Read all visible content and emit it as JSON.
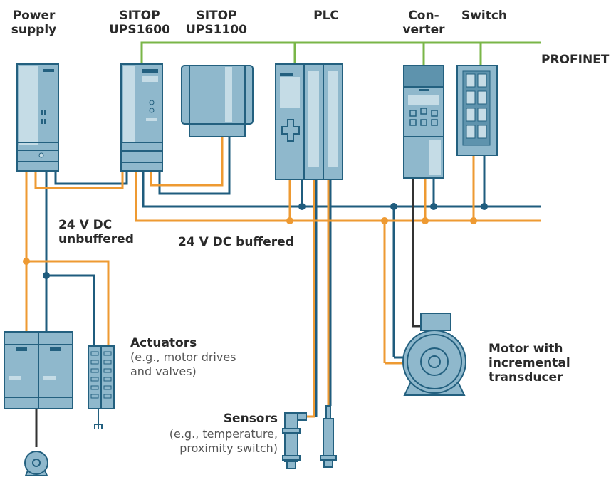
{
  "colors": {
    "profinet": "#7ab648",
    "buffered": "#ee9a32",
    "unbuffered": "#1f5c7e",
    "signal": "#333333",
    "device_fill": "#8fb8cc",
    "device_light": "#c5dce6",
    "device_stroke": "#23607f"
  },
  "labels": {
    "power_supply": [
      "Power",
      "supply"
    ],
    "ups1600": [
      "SITOP",
      "UPS1600"
    ],
    "ups1100": [
      "SITOP",
      "UPS1100"
    ],
    "plc": "PLC",
    "converter": [
      "Con-",
      "verter"
    ],
    "switch": "Switch",
    "profinet": "PROFINET",
    "unbuffered": [
      "24 V DC",
      "unbuffered"
    ],
    "buffered": "24 V DC buffered",
    "actuators_title": "Actuators",
    "actuators_desc": [
      "(e.g., motor drives",
      "and valves)"
    ],
    "sensors_title": "Sensors",
    "sensors_desc": [
      "(e.g., temperature,",
      "proximity switch)"
    ],
    "motor": [
      "Motor with",
      "incremental",
      "transducer"
    ]
  },
  "devices": [
    {
      "id": "power-supply",
      "name": "Power supply"
    },
    {
      "id": "ups1600",
      "name": "SITOP UPS1600"
    },
    {
      "id": "ups1100",
      "name": "SITOP UPS1100"
    },
    {
      "id": "plc",
      "name": "PLC"
    },
    {
      "id": "converter",
      "name": "Converter"
    },
    {
      "id": "switch",
      "name": "Switch"
    },
    {
      "id": "actuators",
      "name": "Actuators"
    },
    {
      "id": "sensors",
      "name": "Sensors"
    },
    {
      "id": "motor",
      "name": "Motor with incremental transducer"
    }
  ]
}
